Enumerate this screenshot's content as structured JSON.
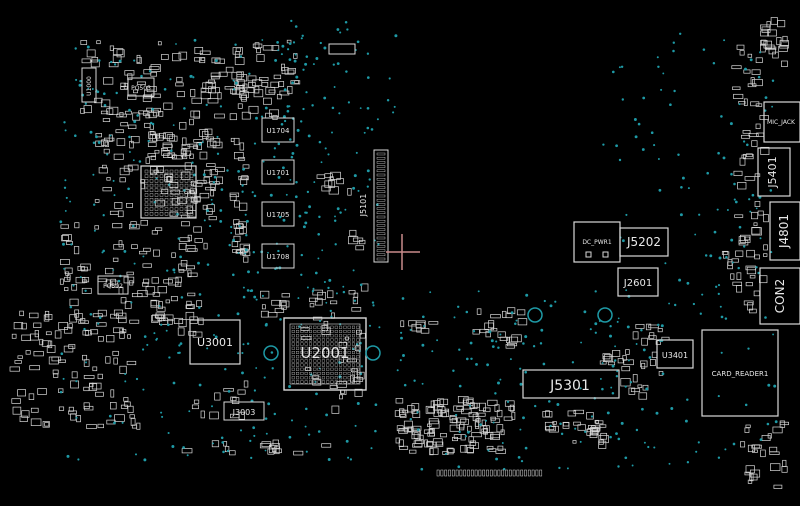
{
  "viewer": {
    "background": "#000000",
    "outline_color": "#d9d9d9",
    "via_color": "#1e9aa6",
    "cursor_color": "#c98a8a",
    "cursor_icon": "crosshair-icon"
  },
  "components": {
    "pq503": "PQ503",
    "u1000": "U1000",
    "u1704": "U1704",
    "u1701": "U1701",
    "u1705": "U1705",
    "u1708": "U1708",
    "j5101": "J5101",
    "pq502": "PQ502",
    "u3001": "U3001",
    "u2001": "U2001",
    "j3003": "J3003",
    "dc_pwr1": "DC_PWR1",
    "j5202": "J5202",
    "j2601": "J2601",
    "j5301": "J5301",
    "u3401": "U3401",
    "card_reader1": "CARD_READER1",
    "mic_jack": "MIC_JACK",
    "j5401": "J5401",
    "j4801": "J4801",
    "con2": "CON2"
  }
}
